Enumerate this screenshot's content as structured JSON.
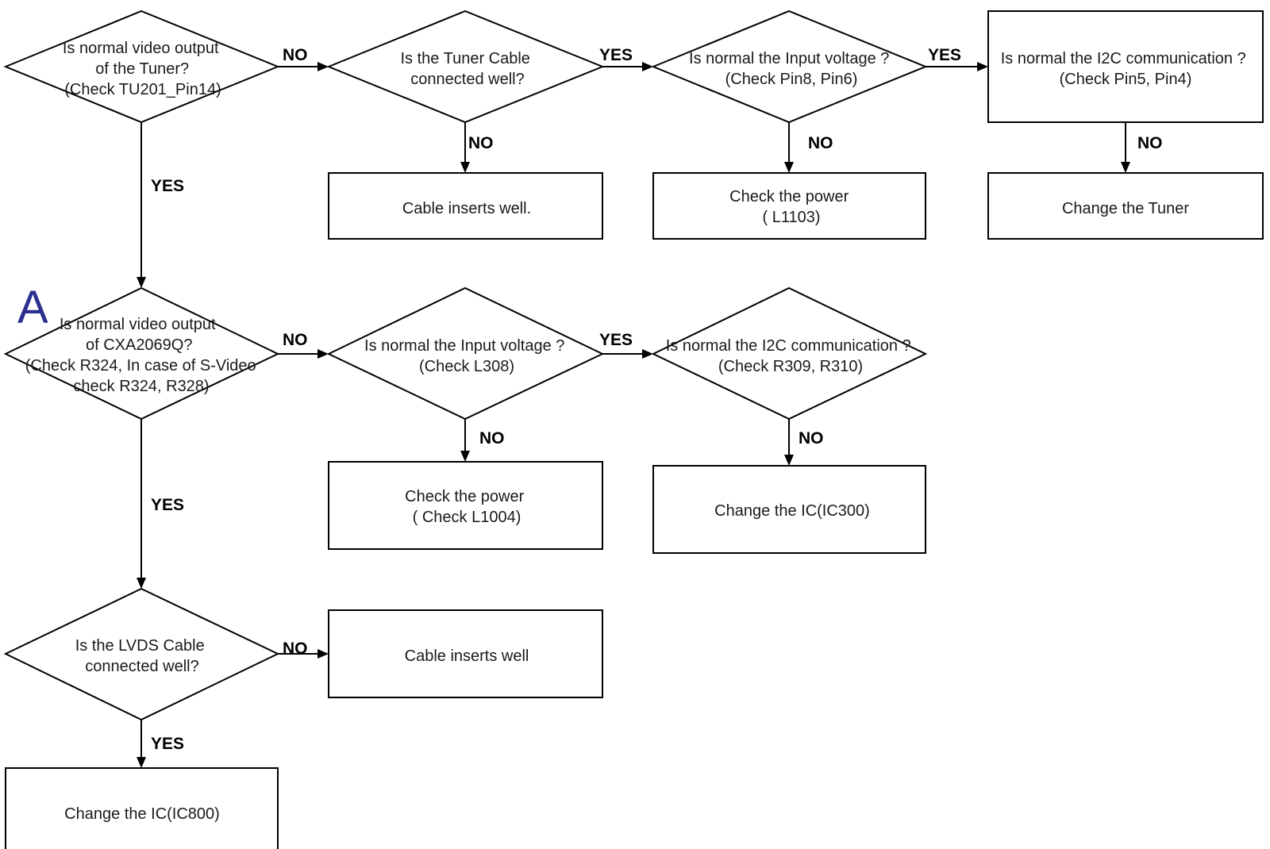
{
  "marker": "A",
  "nodes": {
    "d1": [
      "Is normal video output",
      "of the Tuner?",
      "(Check TU201_Pin14)"
    ],
    "d2": [
      "Is the Tuner Cable",
      "connected well?"
    ],
    "d3": [
      "Is normal the Input voltage ?",
      "(Check  Pin8, Pin6)"
    ],
    "b1": [
      "Is normal the I2C communication ?",
      "(Check  Pin5, Pin4)"
    ],
    "b2": [
      "Cable inserts well."
    ],
    "b3": [
      "Check the power",
      "( L1103)"
    ],
    "b4": [
      "Change the Tuner"
    ],
    "d4": [
      "Is normal video output",
      "of CXA2069Q?",
      "(Check R324, In case of  S-Video",
      "check R324, R328)"
    ],
    "d5": [
      "Is normal the Input voltage ?",
      "(Check L308)"
    ],
    "d6": [
      "Is normal the I2C communication ?",
      "(Check  R309, R310)"
    ],
    "b5": [
      "Check the power",
      "( Check L1004)"
    ],
    "b6": [
      "Change the IC(IC300)"
    ],
    "d7": [
      "Is the LVDS Cable",
      "connected well?"
    ],
    "b7": [
      "Cable inserts well"
    ],
    "b8": [
      "Change the IC(IC800)"
    ]
  },
  "edges": {
    "d1_d2": "NO",
    "d2_d3": "YES",
    "d3_b1": "YES",
    "d2_b2": "NO",
    "d3_b3": "NO",
    "b1_b4": "NO",
    "d1_d4": "YES",
    "d4_d5": "NO",
    "d5_d6": "YES",
    "d5_b5": "NO",
    "d6_b6": "NO",
    "d4_d7": "YES",
    "d7_b7": "NO",
    "d7_b8": "YES"
  }
}
